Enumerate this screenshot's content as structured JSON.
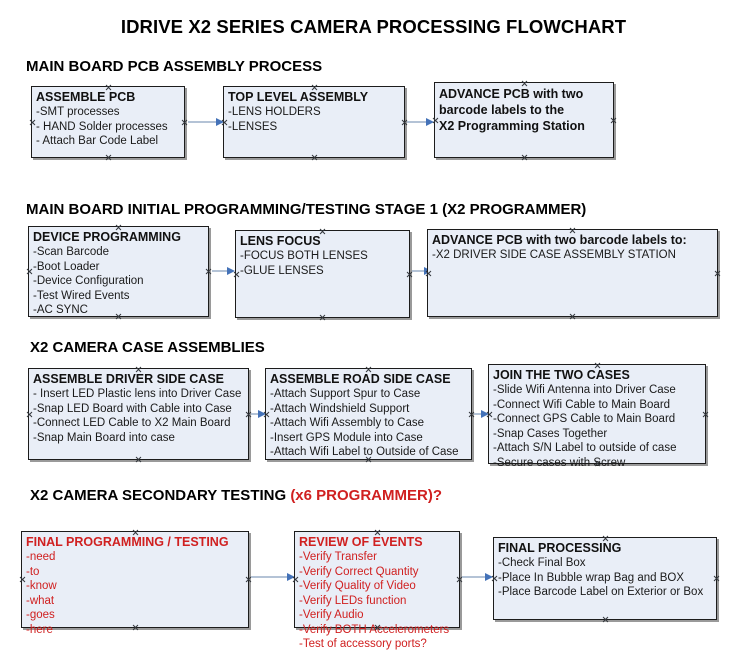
{
  "document": {
    "title": "IDRIVE X2  SERIES CAMERA PROCESSING FLOWCHART"
  },
  "colors": {
    "node_fill": "#e9eef7",
    "node_border": "#1c1c1c",
    "node_shadow": "#9a9a9a",
    "arrow_shaft": "#b4c3d6",
    "arrow_head": "#4472b8",
    "text": "#111111",
    "accent_red": "#d02020"
  },
  "sections": [
    {
      "id": "main-board-pcb-assembly-process",
      "header": "MAIN BOARD PCB ASSEMBLY PROCESS",
      "header_accent": "",
      "nodes": [
        {
          "id": "assemble-pcb",
          "title": "ASSEMBLE PCB",
          "lines": [
            "-SMT processes",
            "- HAND Solder processes",
            "- Attach Bar Code Label"
          ],
          "red": false
        },
        {
          "id": "top-level-assembly",
          "title": "TOP LEVEL ASSEMBLY",
          "lines": [
            "-LENS HOLDERS",
            "-LENSES"
          ],
          "red": false
        },
        {
          "id": "advance-pcb-programming-station",
          "title": "ADVANCE PCB with two",
          "lines": [
            "barcode labels to the",
            " X2 Programming Station"
          ],
          "red": false
        }
      ]
    },
    {
      "id": "main-board-initial-programming",
      "header": "MAIN BOARD INITIAL PROGRAMMING/TESTING STAGE 1 (X2 PROGRAMMER)",
      "header_accent": "",
      "nodes": [
        {
          "id": "device-programming",
          "title": "DEVICE PROGRAMMING",
          "lines": [
            "-Scan Barcode",
            "-Boot Loader",
            "-Device Configuration",
            "-Test Wired Events",
            "-AC SYNC"
          ],
          "red": false
        },
        {
          "id": "lens-focus",
          "title": "LENS FOCUS",
          "lines": [
            "-FOCUS BOTH LENSES",
            "-GLUE LENSES"
          ],
          "red": false
        },
        {
          "id": "advance-pcb-driver-side-case",
          "title": "ADVANCE PCB with two barcode labels to:",
          "lines": [
            "-X2 DRIVER  SIDE  CASE  ASSEMBLY STATION"
          ],
          "red": false
        }
      ]
    },
    {
      "id": "x2-camera-case-assemblies",
      "header": "X2 CAMERA CASE ASSEMBLIES",
      "header_accent": "",
      "nodes": [
        {
          "id": "assemble-driver-side-case",
          "title": "ASSEMBLE DRIVER SIDE CASE",
          "lines": [
            "- Insert LED Plastic lens into Driver Case",
            "-Snap LED Board with Cable into Case",
            "-Connect LED Cable to X2 Main Board",
            "-Snap Main Board into case"
          ],
          "red": false
        },
        {
          "id": "assemble-road-side-case",
          "title": "ASSEMBLE ROAD SIDE CASE",
          "lines": [
            "-Attach Support Spur to Case",
            "-Attach Windshield Support",
            "-Attach Wifi Assembly to Case",
            "-Insert GPS Module into Case",
            "-Attach Wifi Label to Outside of Case"
          ],
          "red": false
        },
        {
          "id": "join-the-two-cases",
          "title": "JOIN THE TWO CASES",
          "lines": [
            "-Slide Wifi Antenna into Driver Case",
            "-Connect Wifi Cable to Main Board",
            "-Connect GPS Cable to Main Board",
            "-Snap Cases Together",
            "-Attach S/N Label to outside of case",
            "-Secure cases with Screw"
          ],
          "red": false
        }
      ]
    },
    {
      "id": "x2-camera-secondary-testing",
      "header": "X2 CAMERA SECONDARY TESTING ",
      "header_accent": "(x6 PROGRAMMER)?",
      "nodes": [
        {
          "id": "final-programming-testing",
          "title": "FINAL PROGRAMMING / TESTING",
          "lines": [
            "-need",
            "-to",
            "-know",
            "-what",
            "-goes",
            "-here"
          ],
          "red": true
        },
        {
          "id": "review-of-events",
          "title": "REVIEW OF EVENTS",
          "lines": [
            "-Verify Transfer",
            "-Verify Correct Quantity",
            "-Verify Quality of Video",
            "-Verify LEDs function",
            "-Verify Audio",
            "-Verify BOTH Accelerometers",
            "-Test of accessory ports?"
          ],
          "red": true
        },
        {
          "id": "final-processing",
          "title": "FINAL PROCESSING",
          "lines": [
            " -Check Final Box",
            "-Place In Bubble wrap Bag and BOX",
            "-Place Barcode Label on Exterior or Box"
          ],
          "red": false
        }
      ]
    }
  ]
}
